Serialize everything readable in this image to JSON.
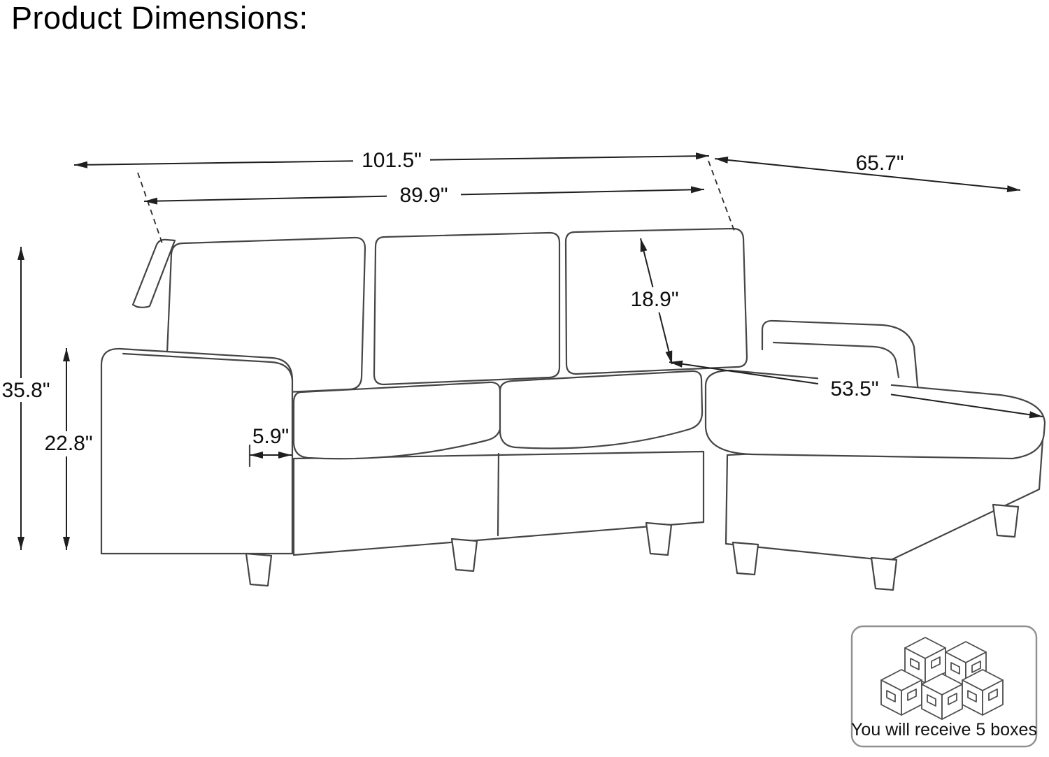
{
  "page": {
    "title": "Product Dimensions:"
  },
  "dimensions": {
    "overall_width": "101.5\"",
    "depth": "65.7\"",
    "back_width": "89.9\"",
    "back_cushion_height": "18.9\"",
    "overall_height": "35.8\"",
    "arm_height": "22.8\"",
    "arm_thickness": "5.9\"",
    "chaise_depth": "53.5\""
  },
  "shipping": {
    "note": "You will receive 5 boxes"
  }
}
